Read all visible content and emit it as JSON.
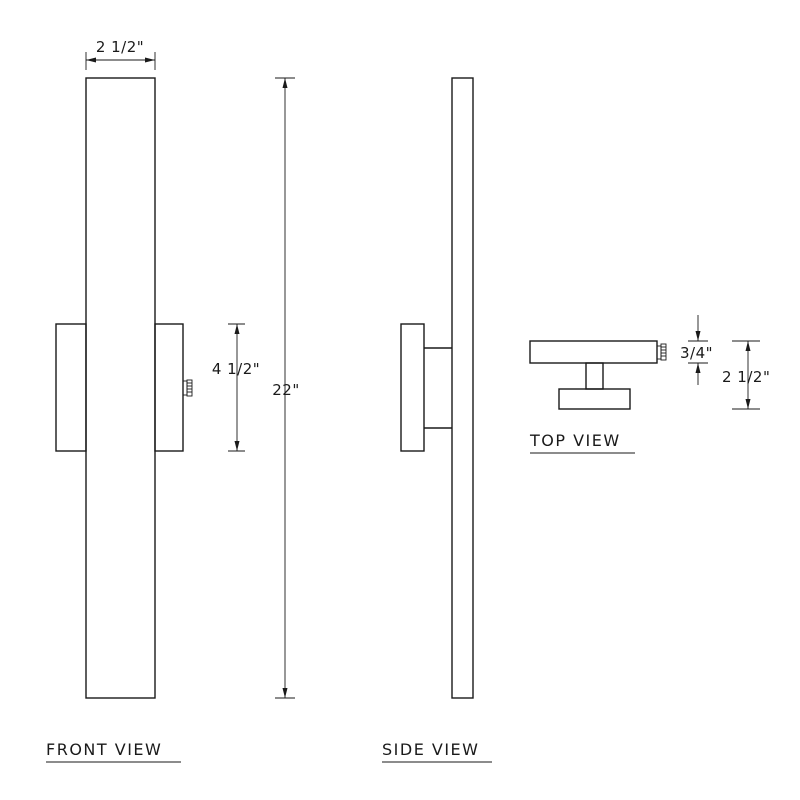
{
  "views": {
    "front": "FRONT VIEW",
    "side": "SIDE VIEW",
    "top": "TOP VIEW"
  },
  "dimensions": {
    "width": "2 1/2\"",
    "mount_height": "4 1/2\"",
    "overall_height": "22\"",
    "plate_thickness": "3/4\"",
    "depth": "2 1/2\""
  }
}
